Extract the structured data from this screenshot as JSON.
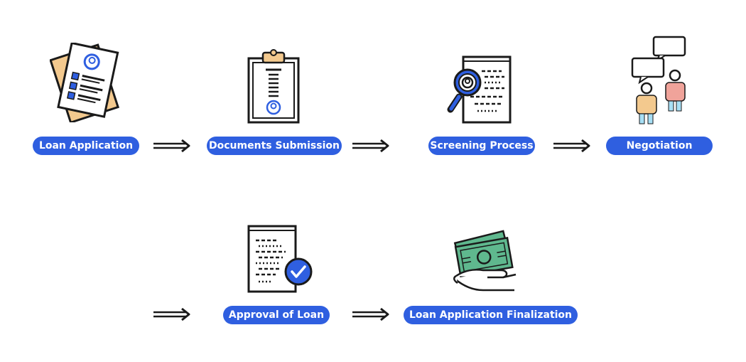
{
  "colors": {
    "accent": "#2f5fe0",
    "stroke": "#1a1a1a"
  },
  "steps": [
    {
      "label": "Loan Application",
      "icon": "application-form-icon"
    },
    {
      "label": "Documents Submission",
      "icon": "clipboard-icon"
    },
    {
      "label": "Screening Process",
      "icon": "magnifier-document-icon"
    },
    {
      "label": "Negotiation",
      "icon": "people-talking-icon"
    },
    {
      "label": "Approval of Loan",
      "icon": "approved-document-icon"
    },
    {
      "label": "Loan Application Finalization",
      "icon": "money-hand-icon"
    }
  ]
}
